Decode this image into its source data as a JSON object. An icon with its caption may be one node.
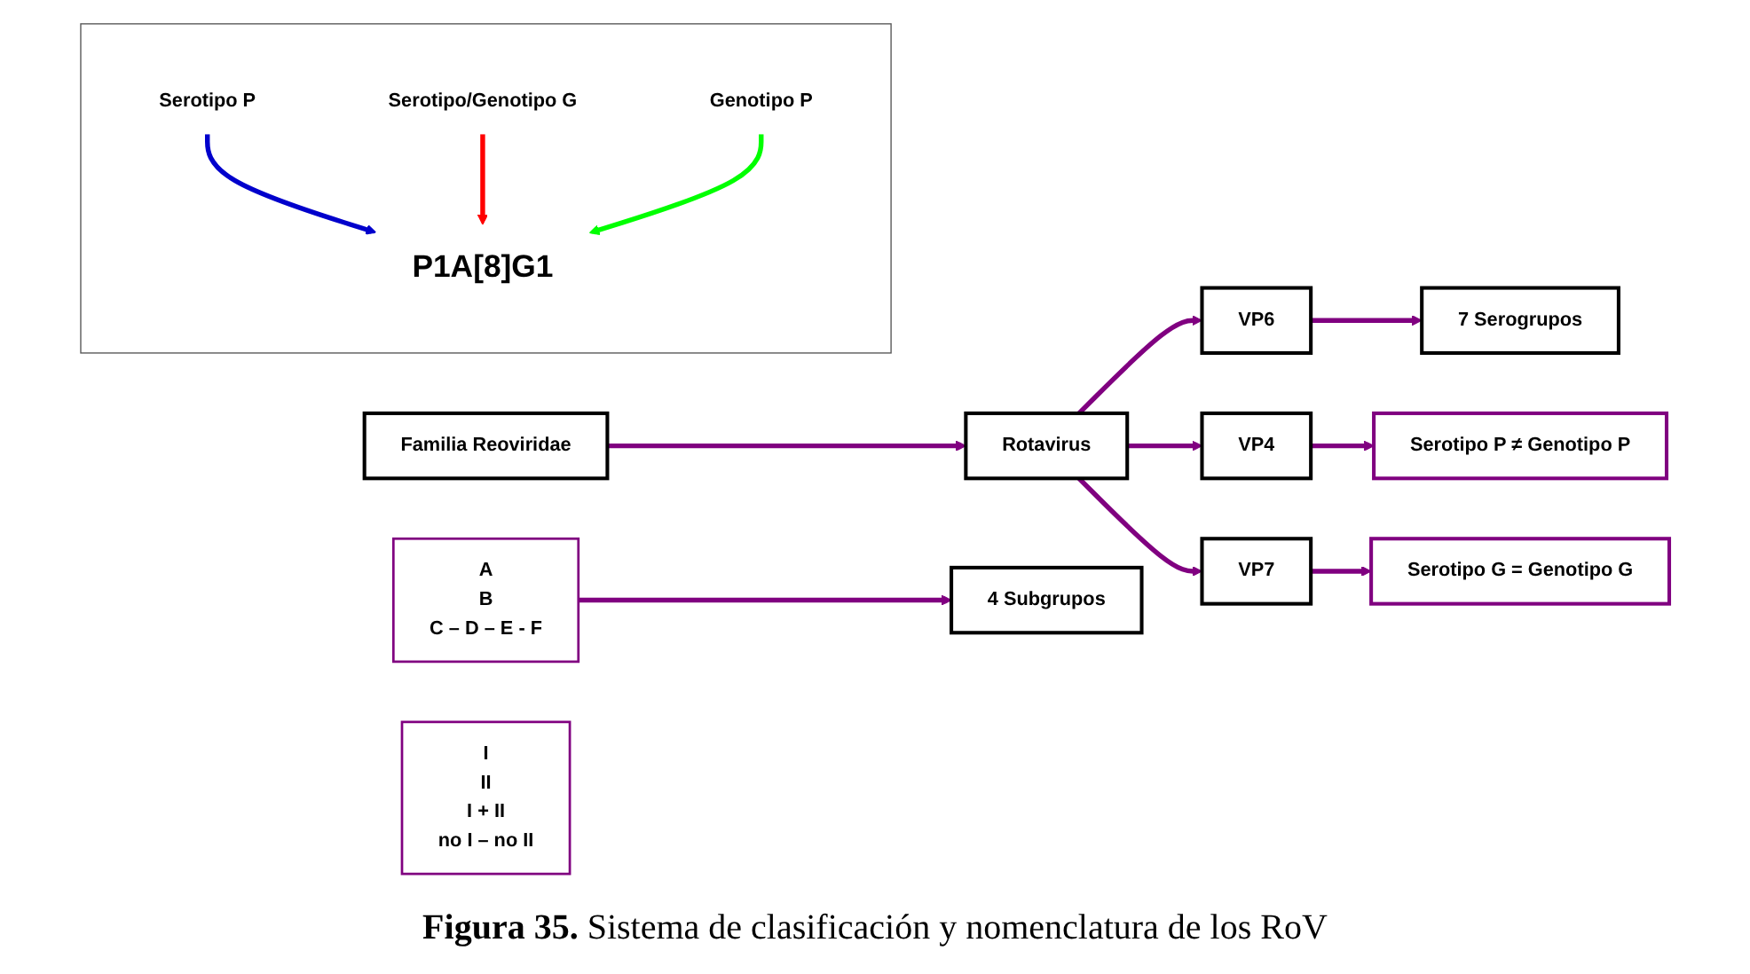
{
  "diagram": {
    "caption": "**Figura 35.** Sistema de clasificación y nomenclatura de los RoV",
    "nodes": [
      {
        "text": [
          "Familia Reoviridae"
        ]
      },
      {
        "text": [
          "Rotavirus"
        ]
      },
      {
        "text": [
          "VP6"
        ]
      },
      {
        "text": [
          "7 Serogrupos"
        ]
      },
      {
        "text": [
          "A",
          "B",
          "C – D – E - F"
        ]
      },
      {
        "text": [
          "4 Subgrupos"
        ]
      },
      {
        "text": [
          "I",
          "II",
          "I + II",
          "no I – no II"
        ]
      },
      {
        "text": [
          "VP4"
        ]
      },
      {
        "text": [
          "Serotipo P ≠ Genotipo P"
        ]
      },
      {
        "text": [
          "VP7"
        ]
      },
      {
        "text": [
          "Serotipo G = Genotipo G"
        ]
      },
      {
        "text": [],
        "shape": "box"
      },
      {
        "text": [
          "Serotipo P"
        ],
        "in": 11
      },
      {
        "text": [
          "Serotipo/Genotipo G"
        ],
        "in": 11
      },
      {
        "text": [
          "P1A[8]G1"
        ],
        "in": 11
      },
      {
        "text": [
          "Genotipo P"
        ],
        "in": 11
      }
    ],
    "edges": [
      {
        "from": 0,
        "to": 1,
        "arrow": "to"
      },
      {
        "from": 1,
        "to": 2,
        "arrow": "to"
      },
      {
        "from": 1,
        "to": 7,
        "arrow": "to"
      },
      {
        "from": 1,
        "to": 9,
        "arrow": "to"
      },
      {
        "from": 2,
        "to": 3,
        "arrow": "to"
      },
      {
        "from": 4,
        "to": 5,
        "arrow": "to"
      },
      {
        "from": 7,
        "to": 8,
        "arrow": "to"
      },
      {
        "from": 9,
        "to": 10,
        "arrow": "to"
      },
      {
        "from": 12,
        "to": 14,
        "arrow": "to",
        "color": "#0000cc"
      },
      {
        "from": 13,
        "to": 14,
        "arrow": "to",
        "color": "#ff0000"
      },
      {
        "from": 15,
        "to": 14,
        "arrow": "to",
        "color": "#00ff00"
      }
    ]
  }
}
